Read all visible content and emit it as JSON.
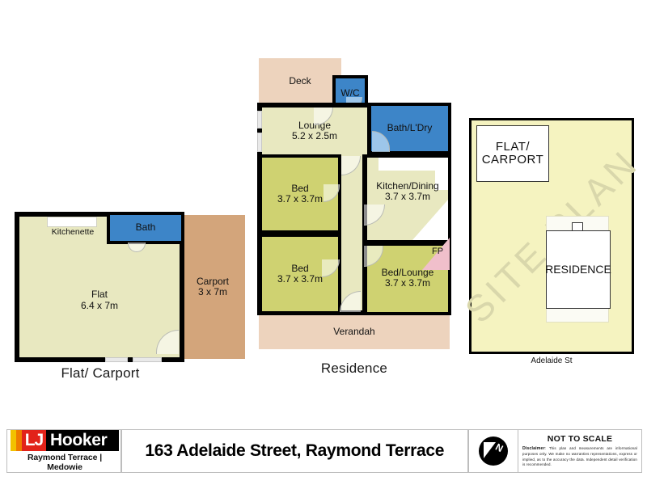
{
  "footer": {
    "address": "163 Adelaide Street, Raymond Terrace",
    "logo": {
      "mark": "LJ",
      "word": "Hooker",
      "office": "Raymond Terrace | Medowie"
    },
    "compass_label": "N",
    "not_to_scale": "NOT TO SCALE",
    "disclaimer_lead": "Disclaimer",
    "disclaimer": ": This plan and measurements are informational purposes only. We make no warranties representations, express or implied, as to the accuracy the data. Independent detail verification is recommended."
  },
  "flat_plan": {
    "caption": "Flat/ Carport",
    "rooms": [
      {
        "name": "Kitchenette",
        "dim": ""
      },
      {
        "name": "Bath",
        "dim": ""
      },
      {
        "name": "Flat",
        "dim": "6.4 x 7m"
      },
      {
        "name": "Carport",
        "dim": "3 x 7m"
      }
    ]
  },
  "residence_plan": {
    "caption": "Residence",
    "rooms": [
      {
        "name": "Deck",
        "dim": ""
      },
      {
        "name": "W/C",
        "dim": ""
      },
      {
        "name": "Lounge",
        "dim": "5.2 x 2.5m"
      },
      {
        "name": "Bath/L'Dry",
        "dim": ""
      },
      {
        "name": "Bed",
        "dim": "3.7 x 3.7m"
      },
      {
        "name": "Kitchen/Dining",
        "dim": "3.7 x 3.7m"
      },
      {
        "name": "Bed",
        "dim": "3.7 x 3.7m"
      },
      {
        "name": "Bed/Lounge",
        "dim": "3.7 x 3.7m"
      },
      {
        "name": "FP",
        "dim": ""
      },
      {
        "name": "Verandah",
        "dim": ""
      }
    ]
  },
  "site_plan": {
    "watermark": "SITE PLAN",
    "flat_carport": "FLAT/\nCARPORT",
    "flat_carport_line1": "FLAT/",
    "flat_carport_line2": "CARPORT",
    "residence": "RESIDENCE",
    "street": "Adelaide St"
  },
  "colors": {
    "cream": "#e8e8c0",
    "olive": "#cfd271",
    "blue": "#3d85c8",
    "tan": "#edd3bd",
    "brown": "#d3a57b",
    "pink": "#f0bfcb",
    "site_yellow": "#f5f3c0",
    "wall": "#000000"
  }
}
